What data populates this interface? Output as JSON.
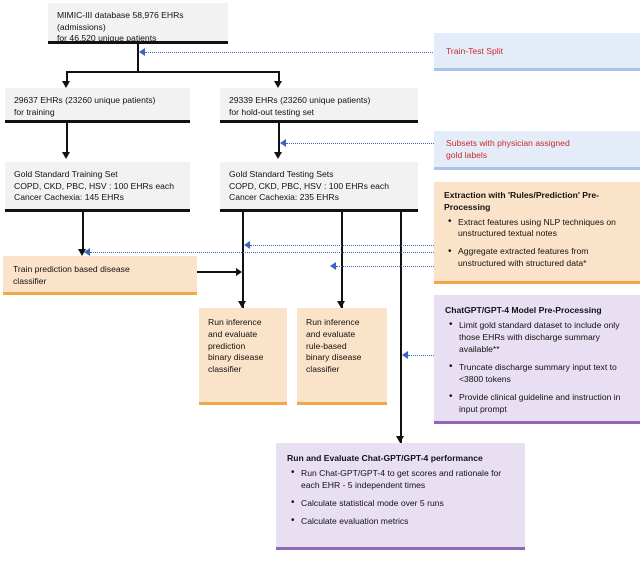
{
  "diagram": {
    "title": "MIMIC-III ChatGPT/GPT-4 evaluation pipeline flowchart",
    "colors": {
      "grey_box": "#f2f2f2",
      "grey_rule": "#111111",
      "peach_box": "#fbe3c9",
      "peach_rule": "#f0a74a",
      "purple_box": "#e9dff2",
      "purple_rule": "#9166b5",
      "blue_box": "#e3ecf8",
      "blue_rule": "#a9c4e8",
      "annotation_text": "#cc2b2b",
      "dashed_connector": "#3c62c4",
      "solid_connector": "#111111"
    }
  },
  "nodes": {
    "source_db": {
      "line1": "MIMIC-III database 58,976 EHRs (admissions)",
      "line2": "for 46,520 unique patients"
    },
    "training_split": {
      "line1": "29637 EHRs (23260 unique patients)",
      "line2": "for training"
    },
    "testing_split": {
      "line1": "29339 EHRs (23260 unique patients)",
      "line2": "for hold-out testing set"
    },
    "gold_training": {
      "line1": "Gold Standard Training Set",
      "line2": "COPD, CKD, PBC, HSV : 100 EHRs each",
      "line3": "Cancer Cachexia: 145 EHRs"
    },
    "gold_testing": {
      "line1": "Gold Standard Testing Sets",
      "line2": "COPD, CKD, PBC, HSV : 100 EHRs each",
      "line3": "Cancer Cachexia: 235 EHRs"
    },
    "train_classifier": {
      "line1": "Train prediction based disease",
      "line2": "classifier"
    },
    "inference_prediction": {
      "line1": "Run inference",
      "line2": "and evaluate",
      "line3": "prediction",
      "line4": "binary disease",
      "line5": "classifier"
    },
    "inference_rule": {
      "line1": "Run inference",
      "line2": "and evaluate",
      "line3": "rule-based",
      "line4": "binary disease",
      "line5": "classifier"
    },
    "evaluate_gpt": {
      "title": "Run and Evaluate Chat-GPT/GPT-4 performance",
      "bullets": [
        "Run Chat-GPT/GPT-4 to get scores and rationale for each EHR - 5 independent times",
        "Calculate statistical mode over 5 runs",
        "Calculate evaluation metrics"
      ]
    }
  },
  "annotations": {
    "train_test_split": {
      "label": "Train-Test Split"
    },
    "gold_labels": {
      "line1": "Subsets with physician assigned",
      "line2": "gold labels"
    },
    "extraction": {
      "title": "Extraction with 'Rules/Prediction' Pre-Processing",
      "bullets": [
        "Extract features using NLP techniques on unstructured textual notes",
        "Aggregate extracted features from unstructured with structured data*"
      ]
    },
    "gpt_preprocessing": {
      "title": "ChatGPT/GPT-4 Model Pre-Processing",
      "bullets": [
        "Limit gold standard dataset to include only those EHRs with discharge summary available**",
        "Truncate discharge summary input text to <3800 tokens",
        "Provide clinical guideline and instruction in input prompt"
      ]
    }
  }
}
